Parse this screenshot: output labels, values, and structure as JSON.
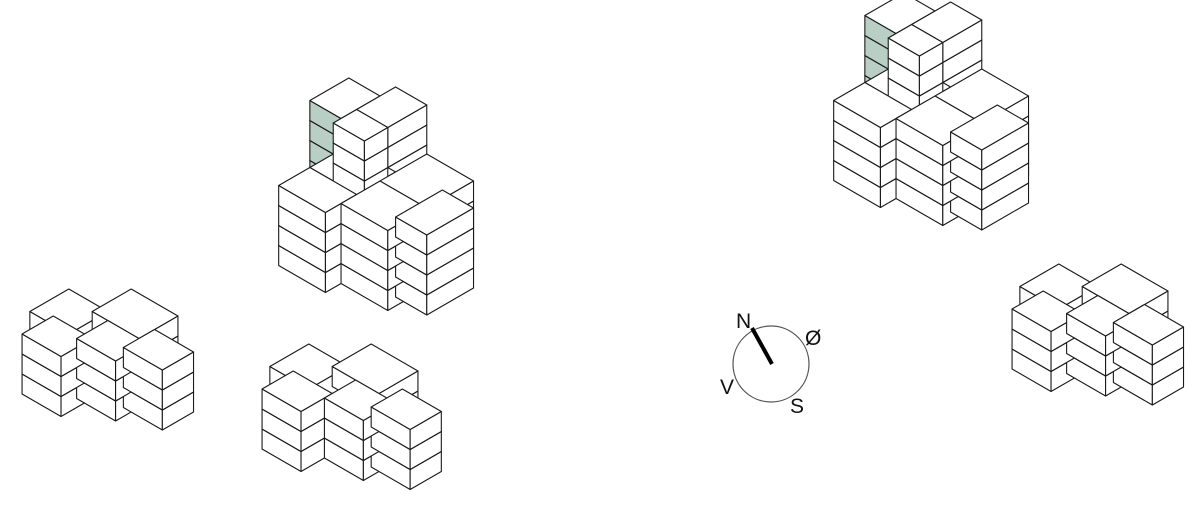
{
  "colors": {
    "highlight": "#b9cfc6",
    "line": "#1a1a1a",
    "face": "#ffffff"
  },
  "compass": {
    "north": "N",
    "east": "Ø",
    "south": "S",
    "west": "V",
    "needle_icon": "north-arrow-icon"
  },
  "clusters": [
    {
      "name": "cluster-west-low",
      "floors": 3,
      "highlighted": false
    },
    {
      "name": "cluster-west-tower",
      "floors": 4,
      "tower_floors": 6,
      "highlighted": true
    },
    {
      "name": "cluster-south-low",
      "floors": 3,
      "highlighted": false
    },
    {
      "name": "cluster-east-tower",
      "floors": 4,
      "tower_floors": 6,
      "highlighted": true
    },
    {
      "name": "cluster-east-low",
      "floors": 3,
      "highlighted": false
    }
  ]
}
